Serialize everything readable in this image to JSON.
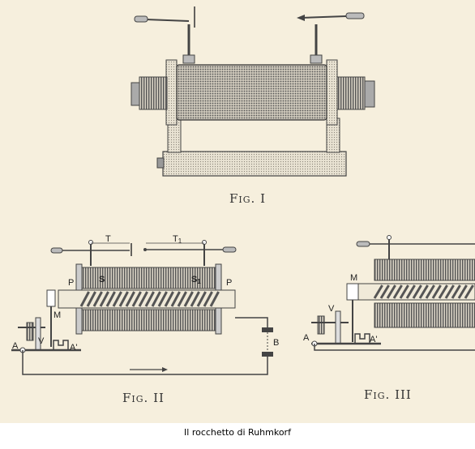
{
  "figures": {
    "fig1": {
      "caption": "Fig. I"
    },
    "fig2": {
      "caption": "Fig. II",
      "labels": {
        "T": "T",
        "T1": "T",
        "T1_sub": "1",
        "S": "S",
        "S1": "S",
        "S1_sub": "1",
        "P_left": "P",
        "P_right": "P",
        "M": "M",
        "V": "V",
        "A": "A",
        "A_prime": "A'",
        "B": "B"
      }
    },
    "fig3": {
      "caption": "Fig. III",
      "labels": {
        "M": "M",
        "V": "V",
        "A": "A",
        "A_prime": "A'"
      }
    }
  },
  "caption": "Il rocchetto di Ruhmkorf",
  "colors": {
    "paper": "#f6efdd",
    "ink": "#333333",
    "coil": "#6b6b6b"
  }
}
